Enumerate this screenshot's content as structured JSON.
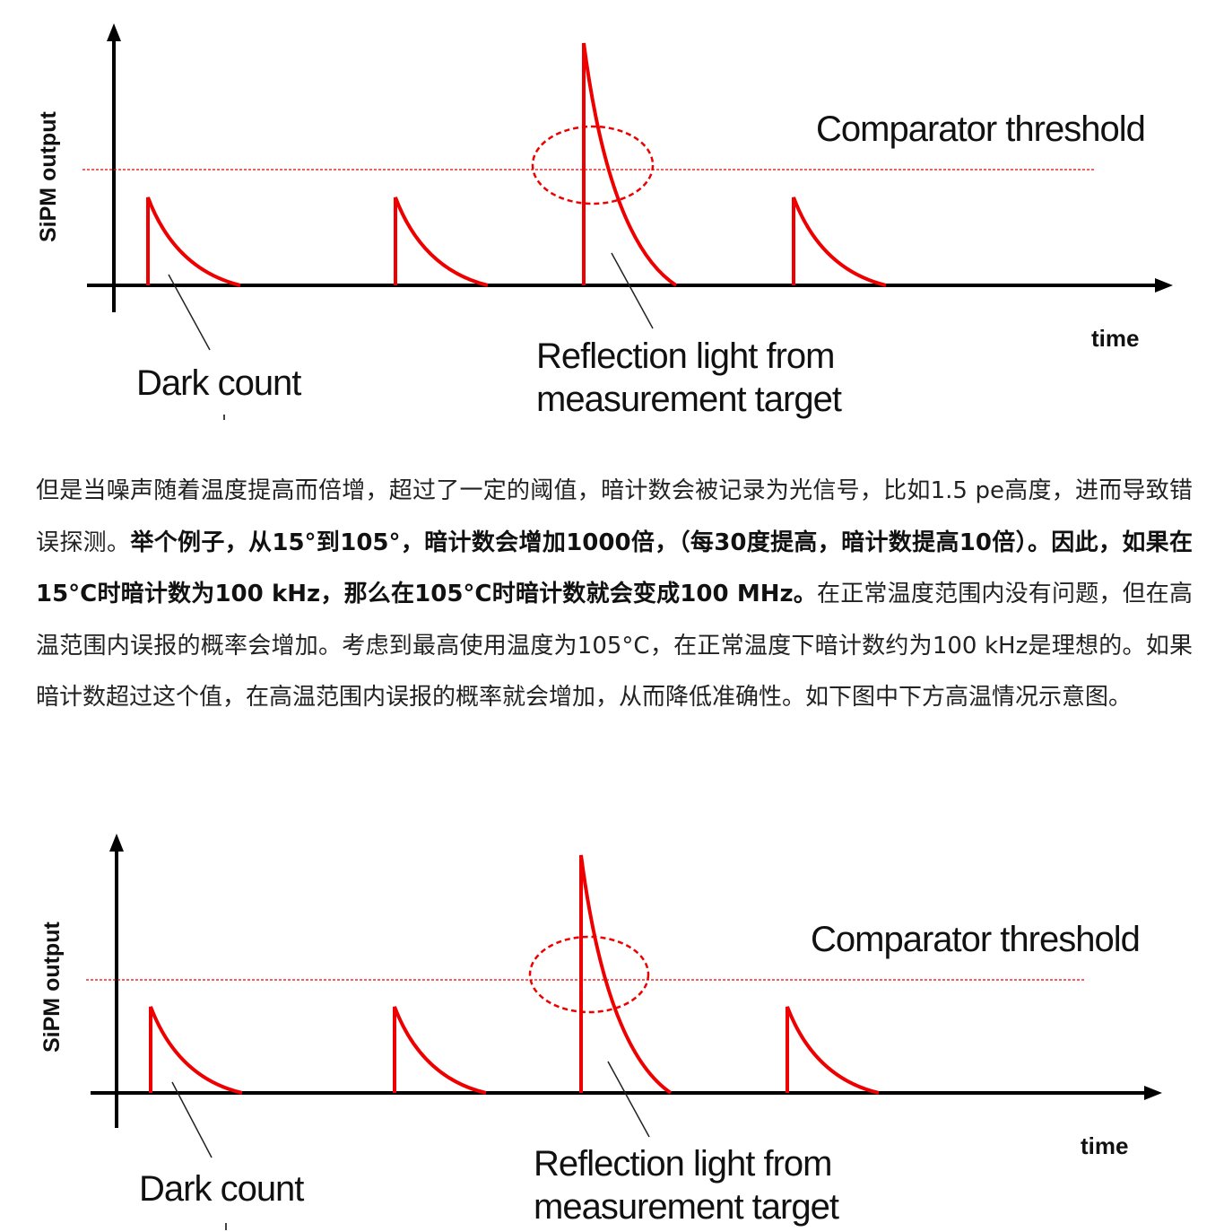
{
  "diagrams": [
    {
      "y_axis_label": "SiPM output",
      "x_axis_label": "time",
      "threshold_label": "Comparator threshold",
      "dark_count_label": "Dark count",
      "reflection_label_line1": "Reflection light from",
      "reflection_label_line2": "measurement target"
    },
    {
      "y_axis_label": "SiPM output",
      "x_axis_label": "time",
      "threshold_label": "Comparator threshold",
      "dark_count_label": "Dark count",
      "reflection_label_line1": "Reflection light from",
      "reflection_label_line2": "measurement target"
    }
  ],
  "paragraph": {
    "p1": "但是当噪声随着温度提高而倍增，超过了一定的阈值，暗计数会被记录为光信号，比如1.5 pe高度，进而导致错误探测。",
    "p2": "举个例子，从15°到105°，暗计数会增加1000倍，（每30度提高，暗计数提高10倍）。因此，如果在15°C时暗计数为100  kHz，那么在105°C时暗计数就会变成100 MHz。",
    "p3": "在正常温度范围内没有问题，但在高温范围内误报的概率会增加。考虑到最高使用温度为105°C，在正常温度下暗计数约为100 kHz是理想的。如果暗计数超过这个值，在高温范围内误报的概率就会增加，从而降低准确性。如下图中下方高温情况示意图。"
  },
  "colors": {
    "pulse": "#ee0000",
    "threshold": "#ee0000",
    "axis": "#000000"
  }
}
